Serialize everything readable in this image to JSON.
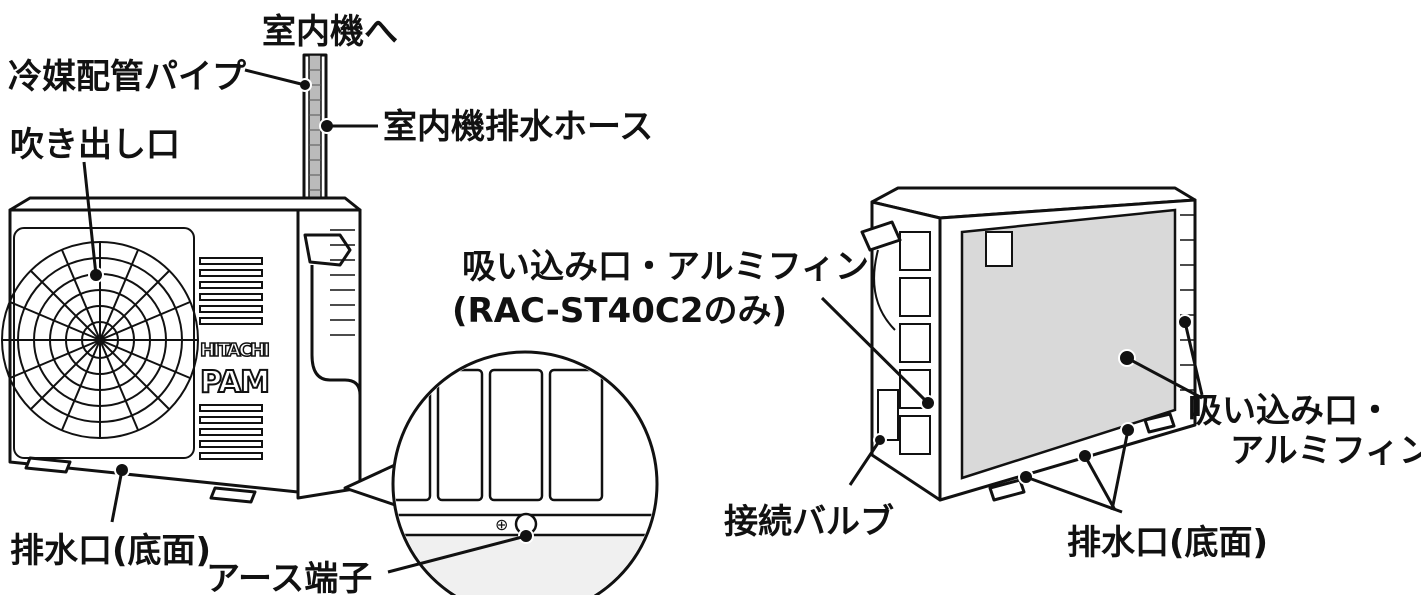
{
  "labels": {
    "to_indoor": "室内機へ",
    "refrigerant_pipe": "冷媒配管パイプ",
    "indoor_drain_hose": "室内機排水ホース",
    "outlet": "吹き出し口",
    "drain_bottom_left": "排水口(底面)",
    "earth_terminal": "アース端子",
    "intake_fin_model_line1": "吸い込み口・アルミフィン",
    "intake_fin_model_line2": "(RAC-ST40C2のみ)",
    "intake_fin_right_line1": "吸い込み口・",
    "intake_fin_right_line2": "アルミフィン",
    "connection_valve": "接続バルブ",
    "drain_bottom_right": "排水口(底面)"
  },
  "unit_branding": {
    "maker": "HITACHI",
    "model_badge": "PAM"
  },
  "colors": {
    "line": "#111111",
    "panel_fill": "#d9d9d9",
    "background": "#ffffff"
  }
}
